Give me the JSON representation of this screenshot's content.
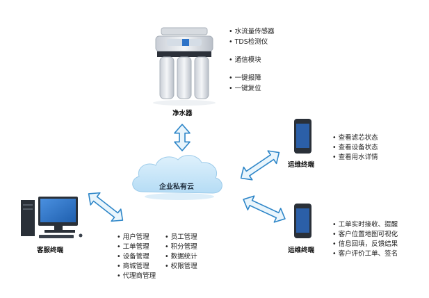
{
  "colors": {
    "arrow_fill": "#e9f5fc",
    "arrow_stroke": "#2e86c8",
    "cloud": "#c9e6f8",
    "device_dark": "#2a3038",
    "screen_blue": "#2f74c8"
  },
  "icons": [
    "water-purifier-icon",
    "cloud-icon",
    "phone-icon",
    "desktop-computer-icon"
  ],
  "purifier": {
    "label": "净水器",
    "features": [
      "水流量传感器",
      "TDS检测仪",
      "通信模块",
      "一键报障",
      "一键复位"
    ]
  },
  "cloud": {
    "label": "企业私有云"
  },
  "ops_terminal_top": {
    "label": "运维终端",
    "features": [
      "查看滤芯状态",
      "查看设备状态",
      "查看用水详情"
    ]
  },
  "ops_terminal_bottom": {
    "label": "运维终端",
    "features": [
      "工单实时接收、提醒",
      "客户位置地图可视化",
      "信息回填，反馈结果",
      "客户评价工单、签名"
    ]
  },
  "customer_terminal": {
    "label": "客服终端",
    "features_col1": [
      "用户管理",
      "工单管理",
      "设备管理",
      "商城管理",
      "代理商管理"
    ],
    "features_col2": [
      "员工管理",
      "积分管理",
      "数据统计",
      "权限管理"
    ]
  }
}
